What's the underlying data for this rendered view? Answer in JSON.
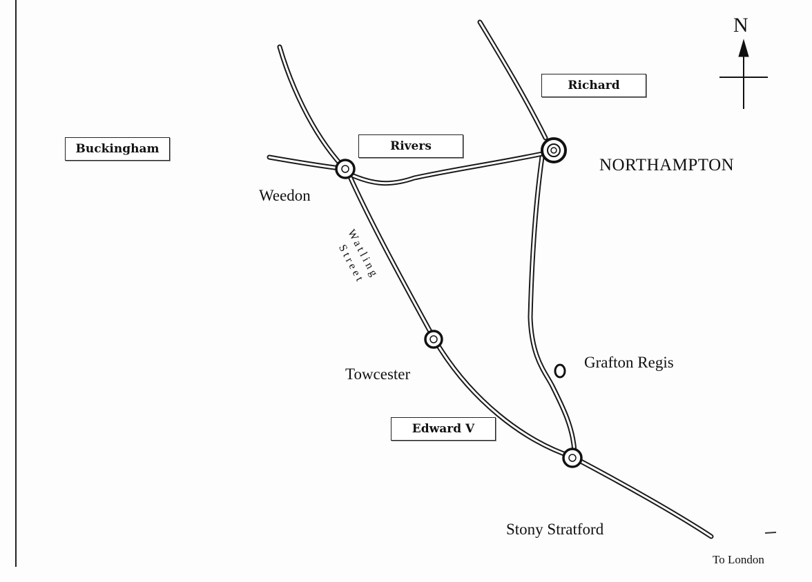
{
  "towns": {
    "northampton": "NORTHAMPTON",
    "weedon": "Weedon",
    "towcester": "Towcester",
    "grafton_regis": "Grafton Regis",
    "stony_stratford": "Stony Stratford"
  },
  "labels": {
    "buckingham": "Buckingham",
    "rivers": "Rivers",
    "richard": "Richard",
    "edward_v": "Edward V"
  },
  "roads": {
    "watling_street_line1": "Watling",
    "watling_street_line2": "Street",
    "to_london": "To London"
  },
  "compass": {
    "north": "N"
  }
}
